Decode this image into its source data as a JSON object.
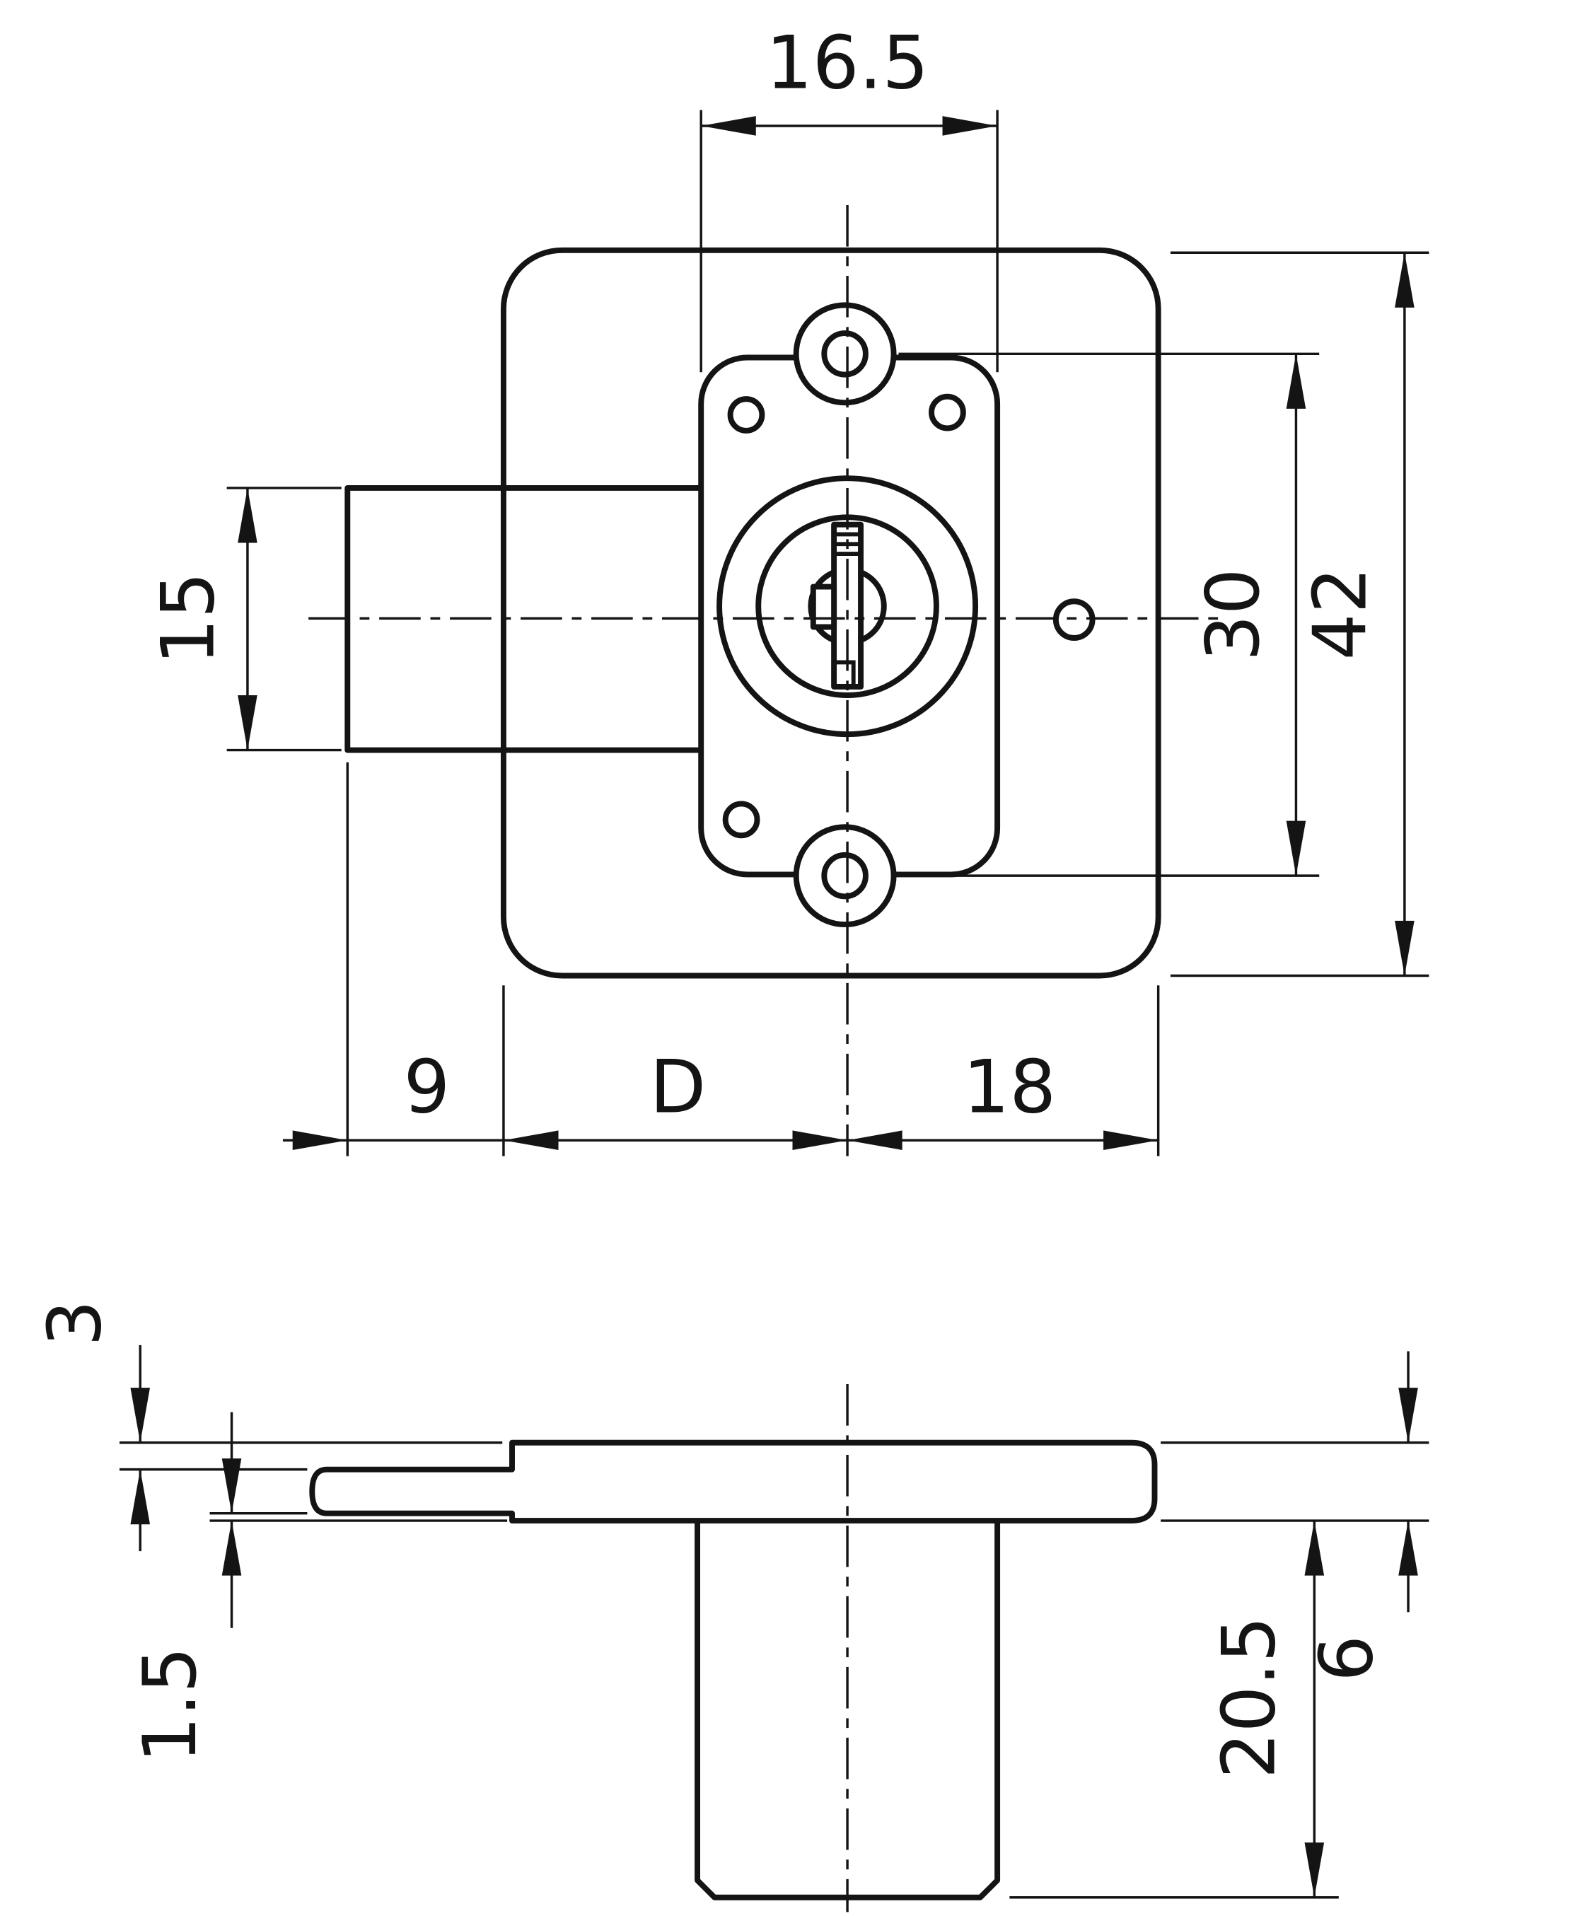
{
  "dimensions": {
    "front": {
      "plate_width": "16.5",
      "bolt_height": "15",
      "hole_spacing": "30",
      "case_height": "42",
      "bolt_throw": "9",
      "backset": "D",
      "right_span": "18"
    },
    "side": {
      "top_gap": "3",
      "bolt_gap": "1.5",
      "cylinder_depth": "20.5",
      "case_thickness": "6"
    }
  },
  "colors": {
    "line": "#141414",
    "background": "#ffffff"
  }
}
